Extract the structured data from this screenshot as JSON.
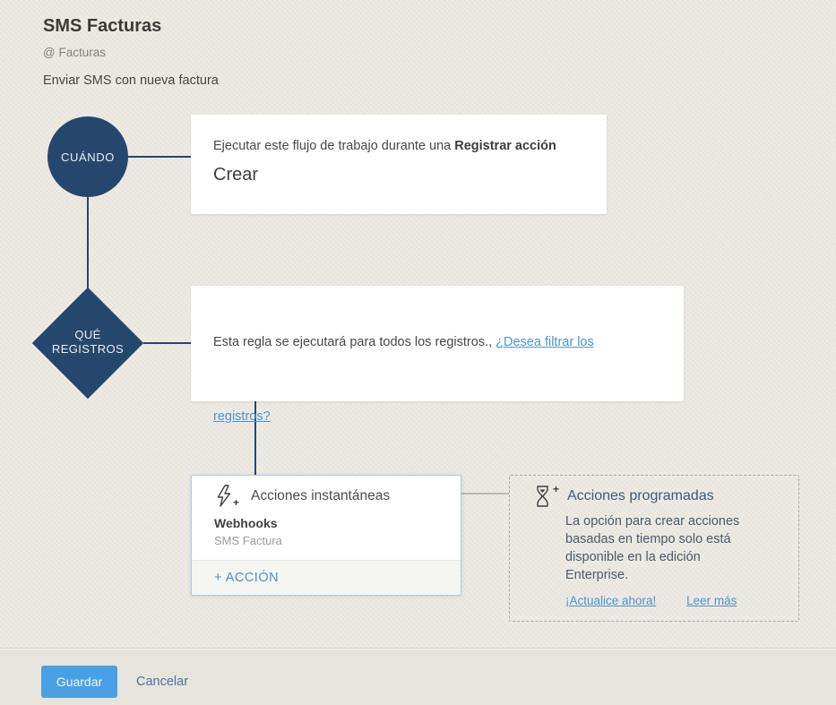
{
  "page": {
    "title": "SMS Facturas",
    "module": "@ Facturas",
    "description": "Enviar SMS con nueva factura"
  },
  "when": {
    "node_label": "CUÁNDO",
    "line1_prefix": "Ejecutar este flujo de trabajo durante una ",
    "line1_bold": "Registrar acción",
    "value": "Crear"
  },
  "which_records": {
    "node_label_line1": "QUÉ",
    "node_label_line2": "REGISTROS",
    "text": "Esta regla se ejecutará para todos los registros., ",
    "link_line1": "¿Desea filtrar los",
    "link_line2": "registros?"
  },
  "instant_actions": {
    "icon": "lightning-plus-icon",
    "title": "Acciones instantáneas",
    "items": [
      {
        "type": "Webhooks",
        "name": "SMS Factura"
      }
    ],
    "add_label": "+ ACCIÓN"
  },
  "scheduled_actions": {
    "icon": "hourglass-plus-icon",
    "title": "Acciones programadas",
    "body": "La opción para crear acciones basadas en tiempo solo está disponible en la edición Enterprise.",
    "upgrade_link": "¡Actualice ahora!",
    "read_more_link": "Leer más"
  },
  "footer": {
    "save_label": "Guardar",
    "cancel_label": "Cancelar"
  },
  "colors": {
    "background": "#eae7e0",
    "node_navy": "#26476d",
    "link_blue": "#4e94d0",
    "action_blue": "#4b8fce",
    "button_blue": "#4aa0e4",
    "scheduled_heading": "#3f5a7a"
  }
}
